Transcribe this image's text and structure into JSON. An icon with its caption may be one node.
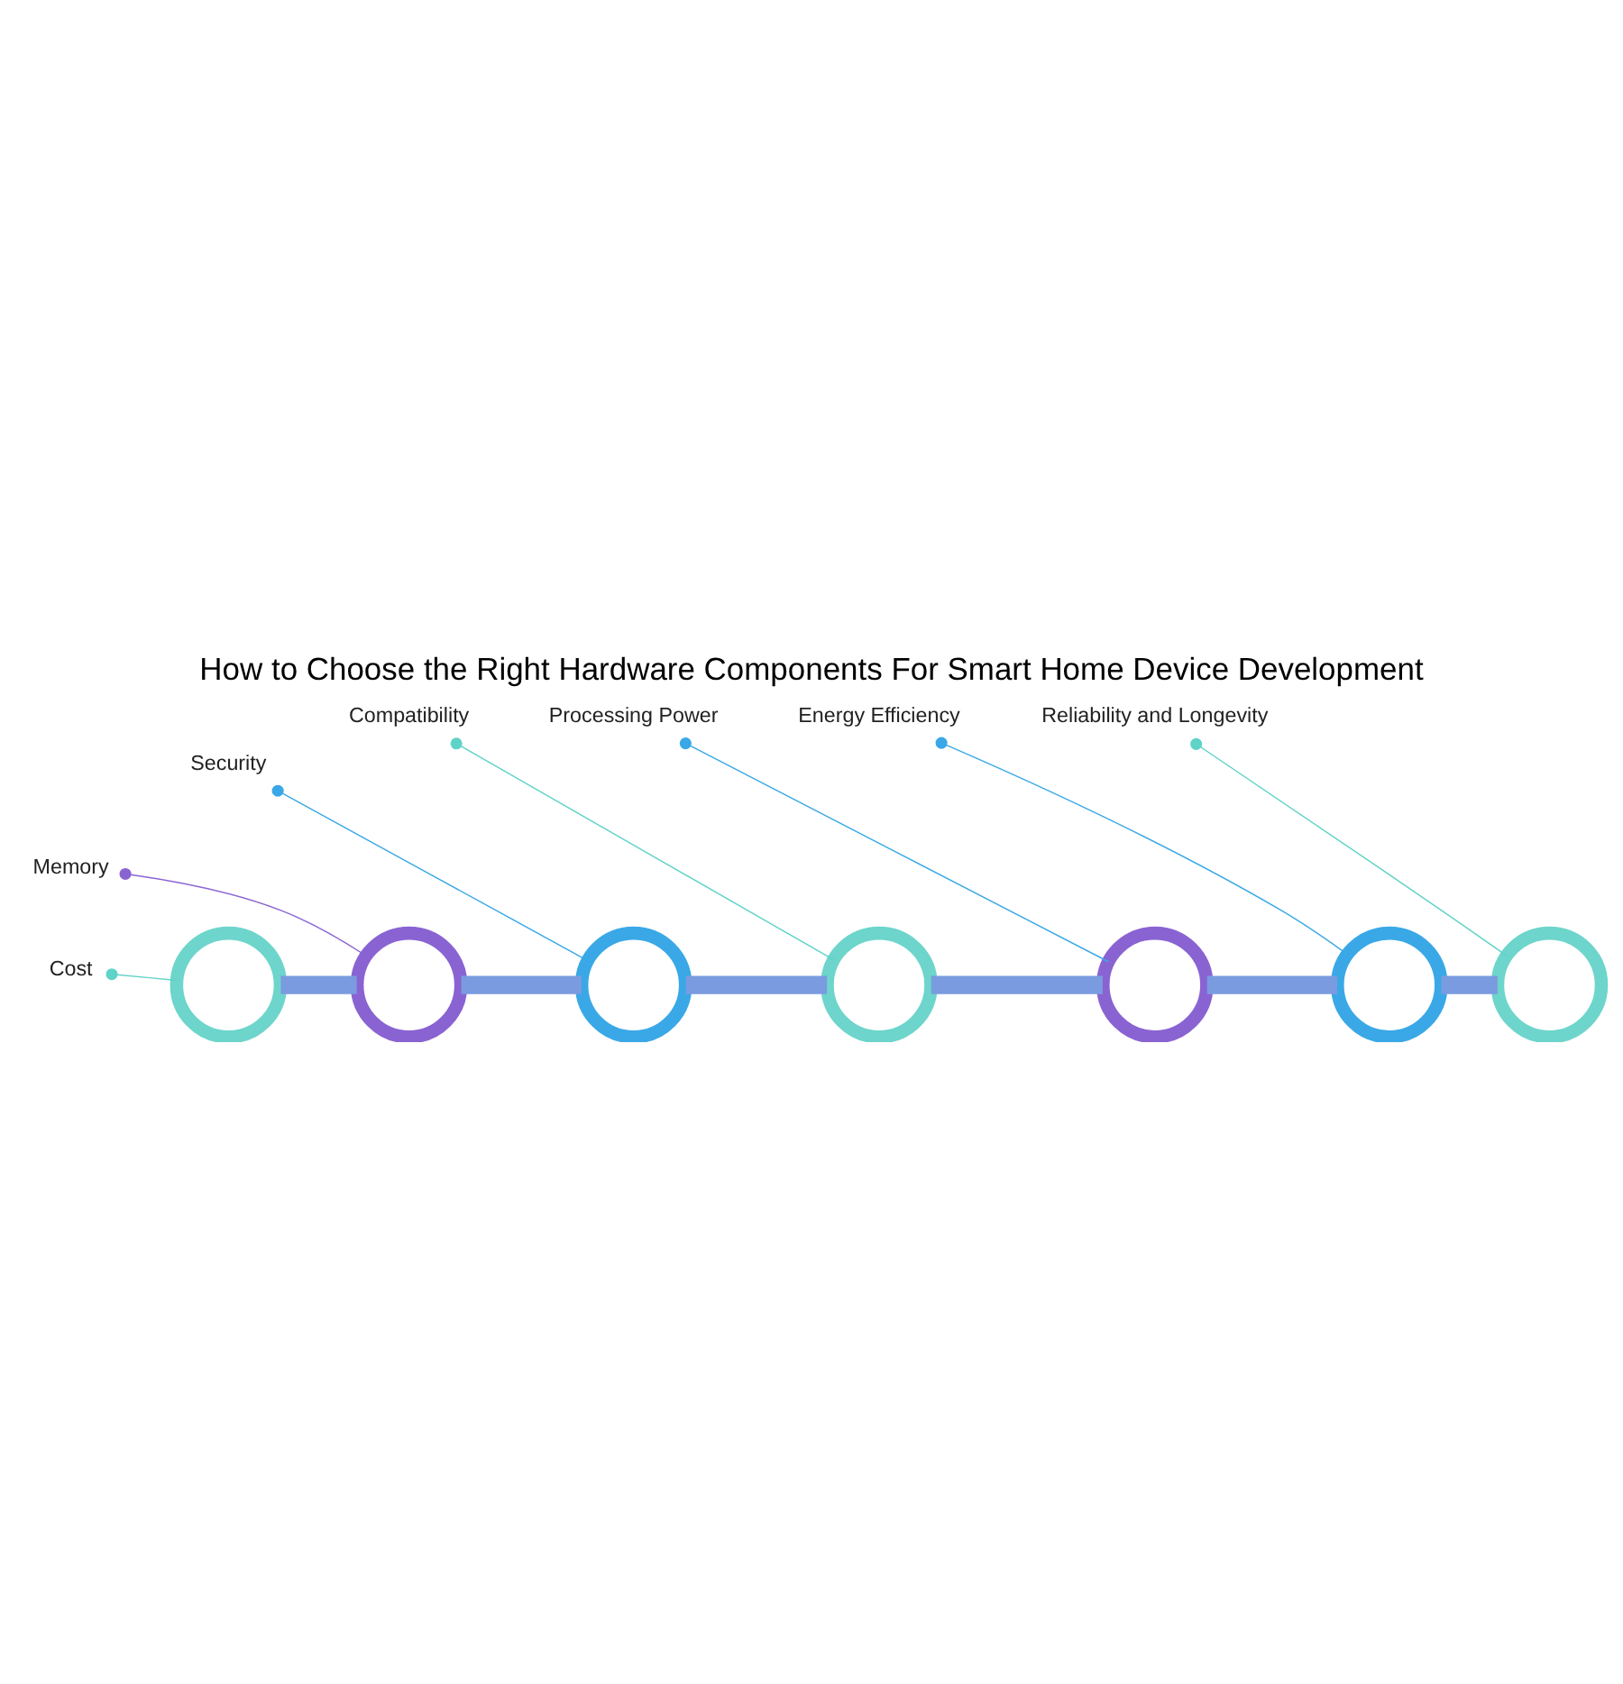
{
  "diagram": {
    "title": "How to Choose the Right Hardware Components For Smart Home Device Development",
    "nodes": [
      {
        "text": [
          "Reliability and Longevity"
        ]
      },
      {
        "text": [
          "Processing Power"
        ]
      },
      {
        "text": [
          "Security"
        ]
      },
      {
        "text": [
          "Energy Efficiency"
        ]
      },
      {
        "text": [
          "Compatibility"
        ]
      },
      {
        "text": [
          "Memory"
        ]
      },
      {
        "text": [
          "Cost"
        ]
      },
      {
        "text": [],
        "shape": "circle"
      },
      {
        "text": [],
        "shape": "circle"
      },
      {
        "text": [],
        "shape": "circle"
      },
      {
        "text": [],
        "shape": "circle"
      },
      {
        "text": [],
        "shape": "circle"
      },
      {
        "text": [],
        "shape": "circle"
      },
      {
        "text": [],
        "shape": "circle"
      }
    ],
    "edges": [
      {
        "from": 7,
        "to": 8,
        "arrow": "none",
        "style": "thick"
      },
      {
        "from": 8,
        "to": 9,
        "arrow": "none",
        "style": "thick"
      },
      {
        "from": 9,
        "to": 10,
        "arrow": "none",
        "style": "thick"
      },
      {
        "from": 10,
        "to": 11,
        "arrow": "none",
        "style": "thick"
      },
      {
        "from": 11,
        "to": 12,
        "arrow": "none",
        "style": "thick"
      },
      {
        "from": 12,
        "to": 13,
        "arrow": "none",
        "style": "thick"
      },
      {
        "from": 6,
        "to": 7,
        "arrow": "other",
        "color": "#5fd3c8"
      },
      {
        "from": 5,
        "to": 8,
        "arrow": "other",
        "color": "#8a63d2"
      },
      {
        "from": 2,
        "to": 9,
        "arrow": "other",
        "color": "#3aa8e6"
      },
      {
        "from": 4,
        "to": 10,
        "arrow": "other",
        "color": "#5fd3c8"
      },
      {
        "from": 1,
        "to": 11,
        "arrow": "other",
        "color": "#3aa8e6"
      },
      {
        "from": 3,
        "to": 12,
        "arrow": "other",
        "color": "#3aa8e6"
      },
      {
        "from": 0,
        "to": 13,
        "arrow": "other",
        "color": "#5fd3c8"
      }
    ]
  }
}
